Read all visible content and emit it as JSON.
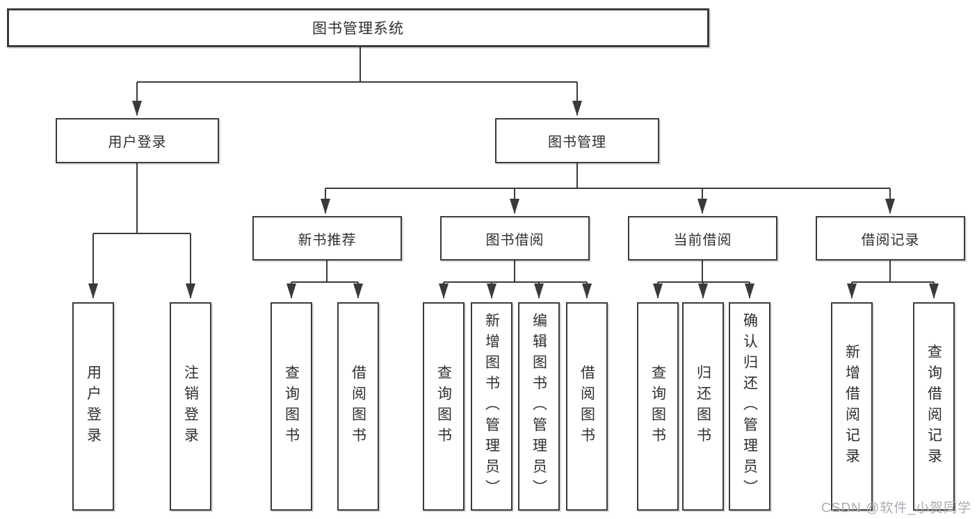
{
  "colors": {
    "line": "#3a3a3a",
    "text": "#2f2f2f",
    "background": "#ffffff",
    "watermark": "#a8adb2"
  },
  "watermark": {
    "text": "CSDN @软件_小贺同学"
  },
  "tree": {
    "label": "图书管理系统",
    "children": [
      {
        "label": "用户登录",
        "children": [
          {
            "label": "用户登录"
          },
          {
            "label": "注销登录"
          }
        ]
      },
      {
        "label": "图书管理",
        "children": [
          {
            "label": "新书推荐",
            "children": [
              {
                "label": "查询图书"
              },
              {
                "label": "借阅图书"
              }
            ]
          },
          {
            "label": "图书借阅",
            "children": [
              {
                "label": "查询图书"
              },
              {
                "label": "新增图书（管理员）"
              },
              {
                "label": "编辑图书（管理员）"
              },
              {
                "label": "借阅图书"
              }
            ]
          },
          {
            "label": "当前借阅",
            "children": [
              {
                "label": "查询图书"
              },
              {
                "label": "归还图书"
              },
              {
                "label": "确认归还（管理员）"
              }
            ]
          },
          {
            "label": "借阅记录",
            "children": [
              {
                "label": "新增借阅记录"
              },
              {
                "label": "查询借阅记录"
              }
            ]
          }
        ]
      }
    ]
  }
}
